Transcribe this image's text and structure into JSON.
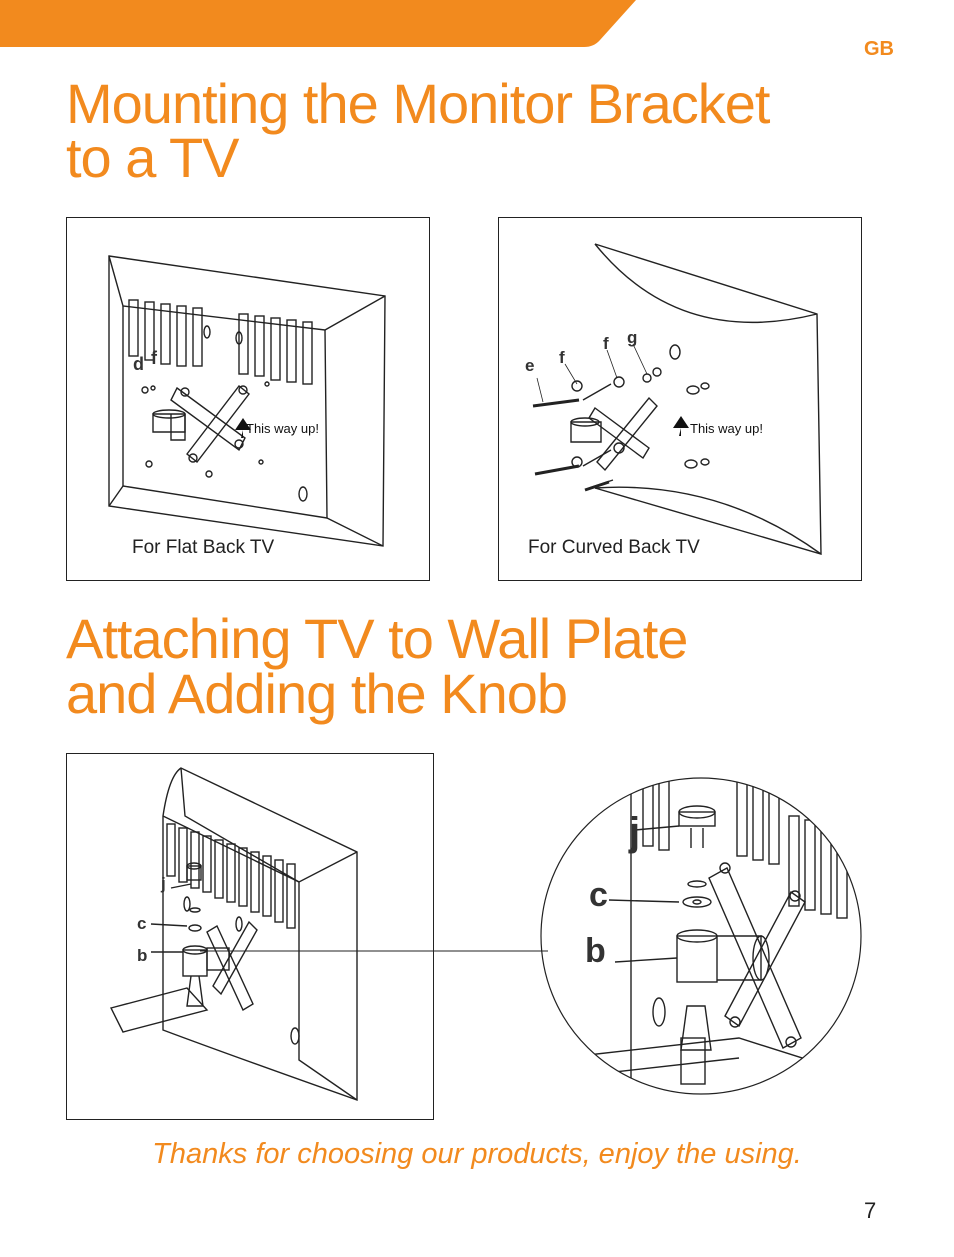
{
  "header": {
    "lang": "GB",
    "banner_color": "#f28a1e"
  },
  "section1": {
    "title_line1": "Mounting the Monitor Bracket",
    "title_line2": "to a TV",
    "flat": {
      "caption": "For Flat Back TV",
      "arrow_label": "This way up!",
      "labels": [
        "d",
        "f"
      ]
    },
    "curved": {
      "caption": "For Curved Back TV",
      "arrow_label": "This way up!",
      "labels": [
        "e",
        "f",
        "f",
        "g"
      ]
    }
  },
  "section2": {
    "title_line1": "Attaching TV to Wall Plate",
    "title_line2": "and Adding the Knob",
    "labels": [
      "j",
      "c",
      "b"
    ],
    "zoom_labels": [
      "j",
      "c",
      "b"
    ]
  },
  "footer": {
    "thanks": "Thanks for choosing our products, enjoy the using.",
    "page_number": "7"
  },
  "colors": {
    "accent": "#f28a1e",
    "line": "#222222"
  }
}
